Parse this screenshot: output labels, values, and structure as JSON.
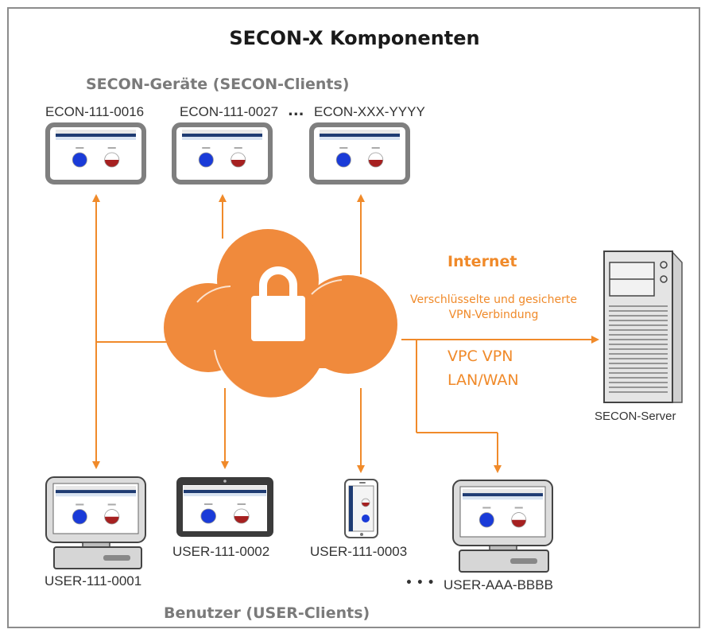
{
  "title": "SECON-X Komponenten",
  "devices_heading": "SECON-Geräte (SECON-Clients)",
  "users_heading": "Benutzer (USER-Clients)",
  "devices": [
    {
      "label": "ECON-111-0016"
    },
    {
      "label": "ECON-111-0027"
    },
    {
      "label": "ECON-XXX-YYYY"
    }
  ],
  "device_ellipsis": "...",
  "users": [
    {
      "label": "USER-111-0001",
      "kind": "desktop-pc"
    },
    {
      "label": "USER-111-0002",
      "kind": "tablet"
    },
    {
      "label": "USER-111-0003",
      "kind": "smartphone"
    },
    {
      "label": "USER-AAA-BBBB",
      "kind": "desktop-pc"
    }
  ],
  "user_ellipsis": "• • •",
  "internet": {
    "title": "Internet",
    "line1": "Verschlüsselte und gesicherte",
    "line2": "VPN-Verbindung",
    "vpn": "VPC VPN",
    "lanwan": "LAN/WAN"
  },
  "server_label": "SECON-Server",
  "colors": {
    "accent": "#f08a2a",
    "cloud": "#f08a3c",
    "frame": "#8c8c8c",
    "device_border": "#7f7f7f"
  },
  "icons": [
    "cloud-icon",
    "padlock-icon",
    "server-tower-icon",
    "monitor-icon",
    "tablet-icon",
    "smartphone-icon"
  ]
}
